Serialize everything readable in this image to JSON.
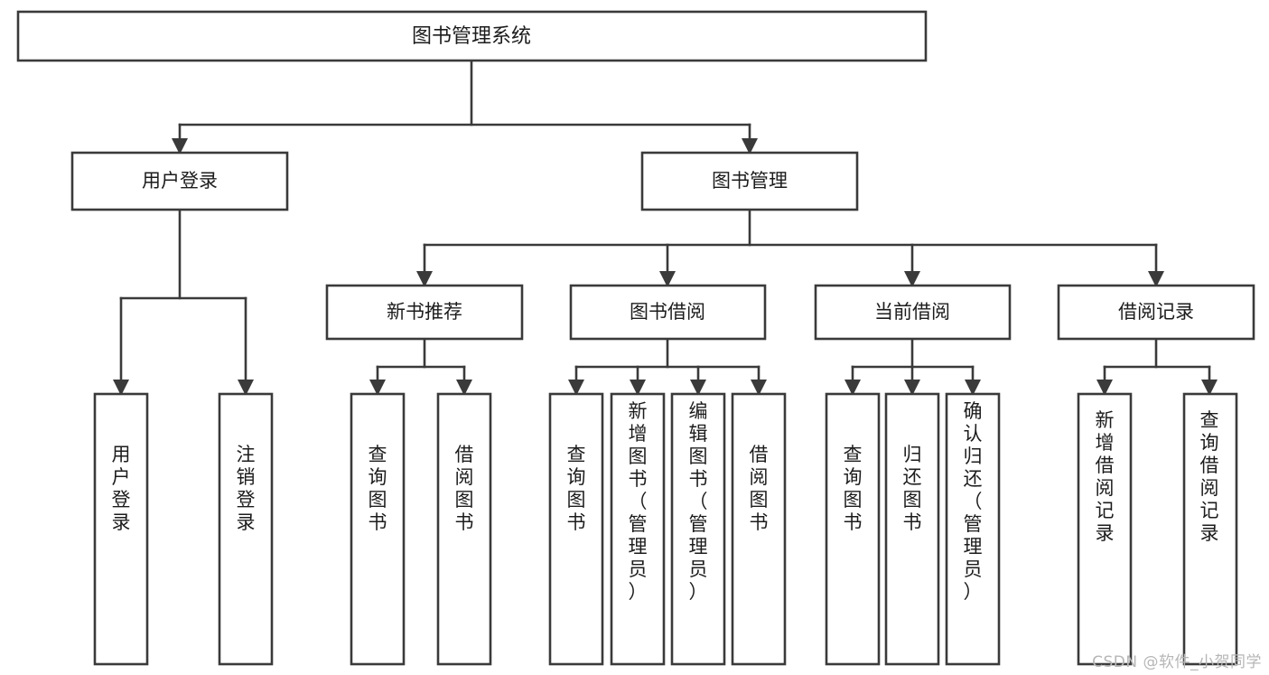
{
  "diagram": {
    "type": "tree",
    "title": "图书管理系统",
    "colors": {
      "background": "#ffffff",
      "node_fill": "#ffffff",
      "node_stroke": "#3a3a3a",
      "text": "#1c1c1c",
      "watermark": "#b6b6b6"
    },
    "root": {
      "label": "图书管理系统"
    },
    "level2": [
      {
        "label": "用户登录"
      },
      {
        "label": "图书管理"
      }
    ],
    "level3": [
      {
        "label": "新书推荐"
      },
      {
        "label": "图书借阅"
      },
      {
        "label": "当前借阅"
      },
      {
        "label": "借阅记录"
      }
    ],
    "leaves": {
      "user_login": [
        {
          "label": "用户登录"
        },
        {
          "label": "注销登录"
        }
      ],
      "new_book_recommend": [
        {
          "label": "查询图书"
        },
        {
          "label": "借阅图书"
        }
      ],
      "book_borrow": [
        {
          "label": "查询图书"
        },
        {
          "label": "新增图书（管理员）"
        },
        {
          "label": "编辑图书（管理员）"
        },
        {
          "label": "借阅图书"
        }
      ],
      "current_borrow": [
        {
          "label": "查询图书"
        },
        {
          "label": "归还图书"
        },
        {
          "label": "确认归还（管理员）"
        }
      ],
      "borrow_record": [
        {
          "label": "新增借阅记录"
        },
        {
          "label": "查询借阅记录"
        }
      ]
    },
    "watermark": "CSDN @软件_小贺同学"
  }
}
